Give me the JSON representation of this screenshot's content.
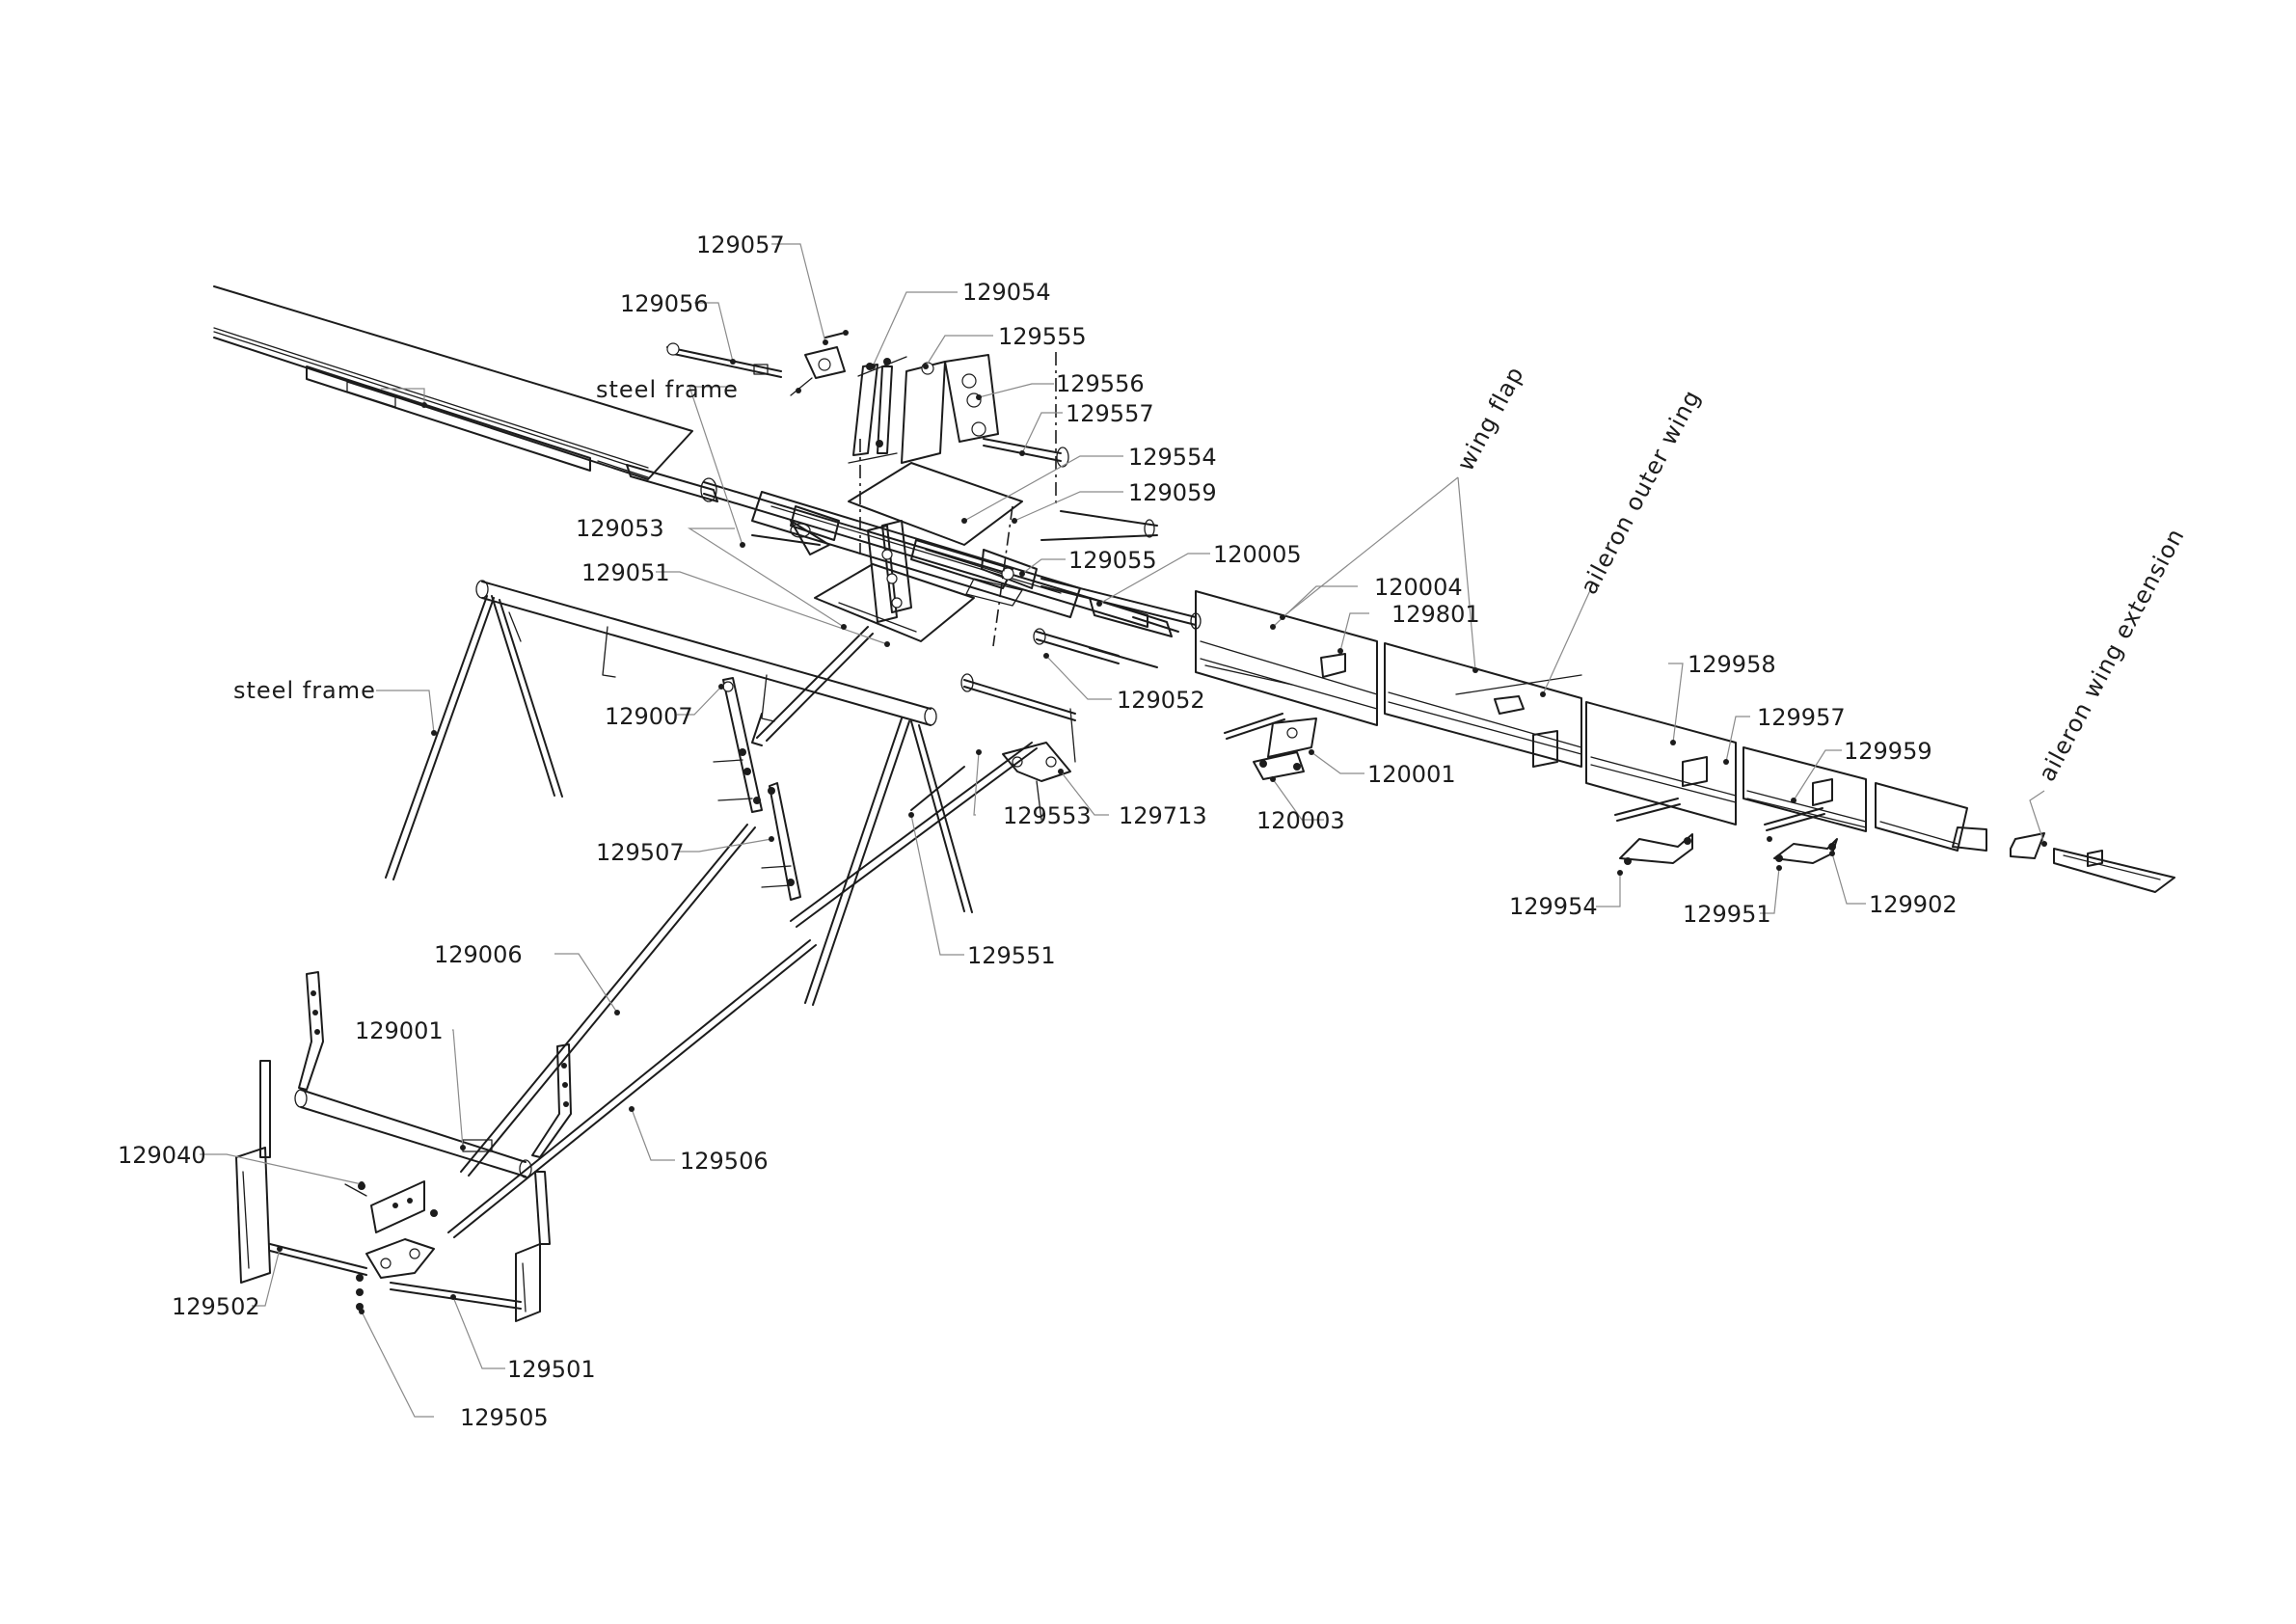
{
  "diagram": {
    "part_labels": {
      "p129057": "129057",
      "p129054": "129054",
      "p129056": "129056",
      "p129555": "129555",
      "p129556": "129556",
      "p129557": "129557",
      "p129554": "129554",
      "p129059": "129059",
      "p129053": "129053",
      "p129051": "129051",
      "p129055": "129055",
      "p120005": "120005",
      "p120004": "120004",
      "p129801": "129801",
      "p129052": "129052",
      "p129007": "129007",
      "p120001": "120001",
      "p120003": "120003",
      "p129553": "129553",
      "p129713": "129713",
      "p129507": "129507",
      "p129551": "129551",
      "p129958": "129958",
      "p129957": "129957",
      "p129959": "129959",
      "p129954": "129954",
      "p129951": "129951",
      "p129902": "129902",
      "p129006": "129006",
      "p129001": "129001",
      "p129506": "129506",
      "p129040": "129040",
      "p129502": "129502",
      "p129501": "129501",
      "p129505": "129505"
    },
    "assembly_labels": {
      "steel_frame_upper": "steel frame",
      "steel_frame_left": "steel frame",
      "wing_flap": "wing flap",
      "aileron_outer_wing": "aileron outer wing",
      "aileron_wing_extension": "aileron wing extension"
    }
  }
}
